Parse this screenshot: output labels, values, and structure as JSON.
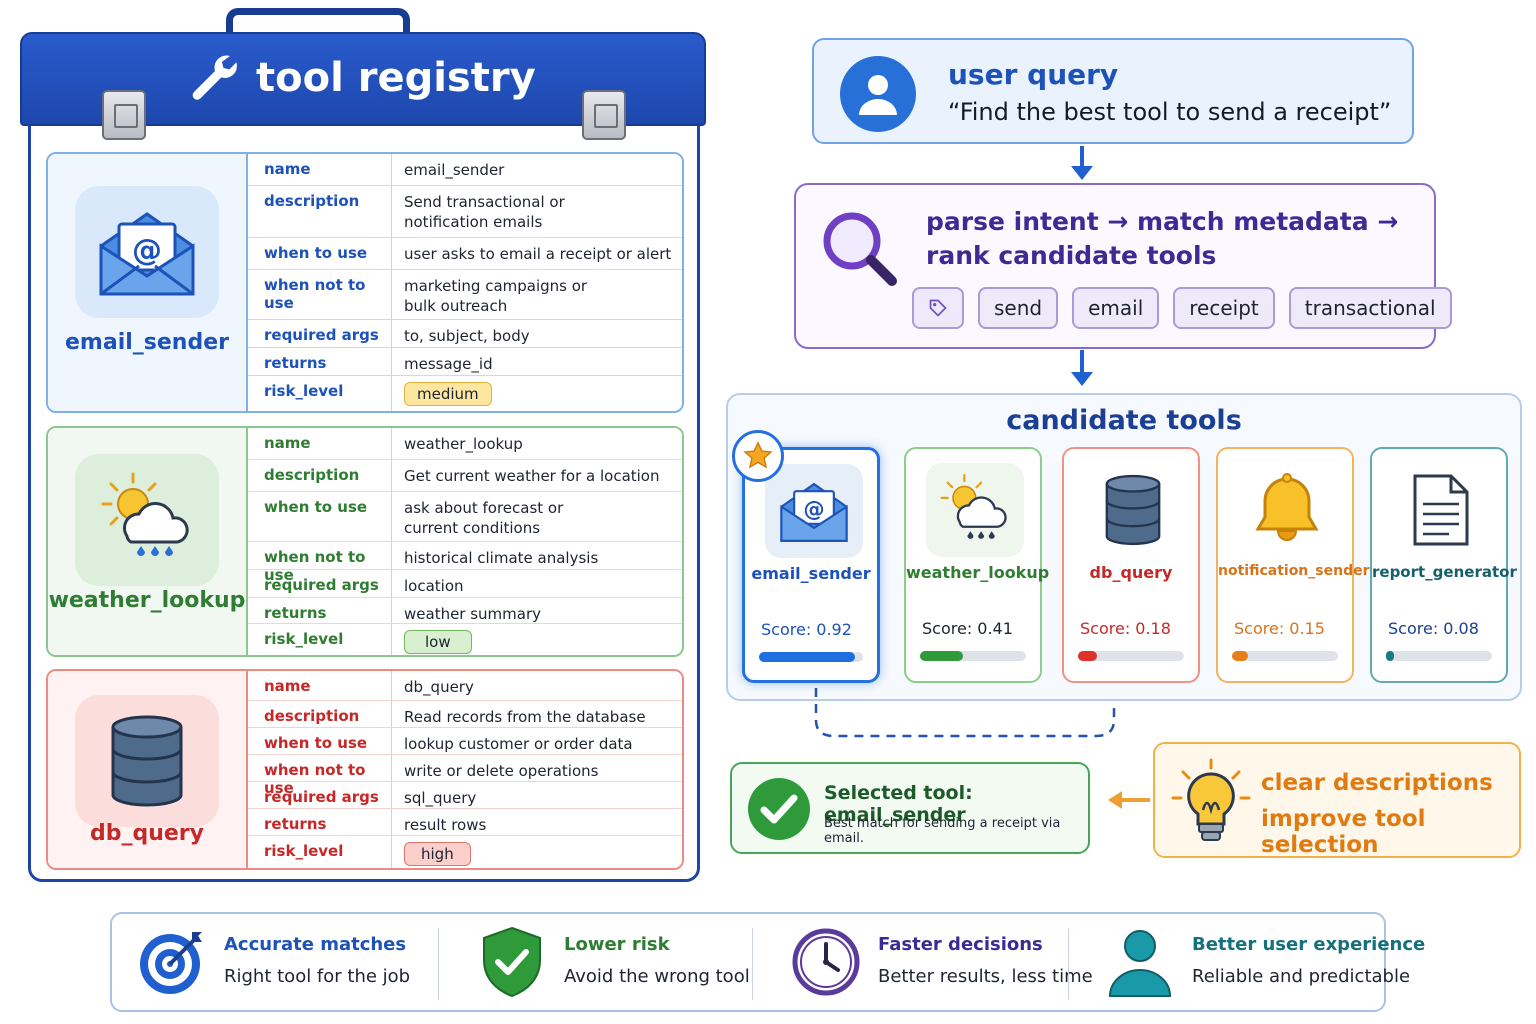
{
  "registry": {
    "title": "tool registry",
    "tools": [
      {
        "name": "email_sender",
        "rows": [
          {
            "key": "name",
            "value": "email_sender"
          },
          {
            "key": "description",
            "value": "Send transactional or\nnotification emails"
          },
          {
            "key": "when to use",
            "value": "user asks to email a receipt or alert"
          },
          {
            "key": "when not to use",
            "value": "marketing campaigns or\nbulk outreach"
          },
          {
            "key": "required args",
            "value": "to, subject, body"
          },
          {
            "key": "returns",
            "value": "message_id"
          },
          {
            "key": "risk_level",
            "value": "medium"
          }
        ]
      },
      {
        "name": "weather_lookup",
        "rows": [
          {
            "key": "name",
            "value": "weather_lookup"
          },
          {
            "key": "description",
            "value": "Get current weather for a location"
          },
          {
            "key": "when to use",
            "value": "ask about forecast or\ncurrent conditions"
          },
          {
            "key": "when not to use",
            "value": "historical climate analysis"
          },
          {
            "key": "required args",
            "value": "location"
          },
          {
            "key": "returns",
            "value": "weather summary"
          },
          {
            "key": "risk_level",
            "value": "low"
          }
        ]
      },
      {
        "name": "db_query",
        "rows": [
          {
            "key": "name",
            "value": "db_query"
          },
          {
            "key": "description",
            "value": "Read records from the database"
          },
          {
            "key": "when to use",
            "value": "lookup customer or order data"
          },
          {
            "key": "when not to use",
            "value": "write or delete operations"
          },
          {
            "key": "required args",
            "value": "sql_query"
          },
          {
            "key": "returns",
            "value": "result rows"
          },
          {
            "key": "risk_level",
            "value": "high"
          }
        ]
      }
    ]
  },
  "query": {
    "title": "user query",
    "text": "“Find the best tool to send a receipt”"
  },
  "intent": {
    "line1": "parse intent → match metadata →",
    "line2": "rank candidate tools",
    "tags": [
      "send",
      "email",
      "receipt",
      "transactional"
    ]
  },
  "candidates": {
    "title": "candidate tools",
    "items": [
      {
        "name": "email_sender",
        "score_label": "Score: 0.92",
        "score": 0.92,
        "color": "#1f6fe0"
      },
      {
        "name": "weather_lookup",
        "score_label": "Score: 0.41",
        "score": 0.41,
        "color": "#2f9a3a"
      },
      {
        "name": "db_query",
        "score_label": "Score: 0.18",
        "score": 0.18,
        "color": "#e0302a"
      },
      {
        "name": "notification_sender",
        "score_label": "Score: 0.15",
        "score": 0.15,
        "color": "#e67e1a"
      },
      {
        "name": "report_generator",
        "score_label": "Score: 0.08",
        "score": 0.08,
        "color": "#177a86"
      }
    ]
  },
  "selected": {
    "title": "Selected tool: email_sender",
    "subtitle": "Best match for sending a receipt via email."
  },
  "tip": {
    "line1": "clear descriptions",
    "line2": "improve tool selection"
  },
  "benefits": [
    {
      "title": "Accurate matches",
      "subtitle": "Right tool for the job",
      "icon": "target-icon"
    },
    {
      "title": "Lower risk",
      "subtitle": "Avoid the wrong tool",
      "icon": "shield-check-icon"
    },
    {
      "title": "Faster decisions",
      "subtitle": "Better results, less time",
      "icon": "clock-icon"
    },
    {
      "title": "Better user experience",
      "subtitle": "Reliable and predictable",
      "icon": "user-icon"
    }
  ],
  "colors": {
    "blue": "#1d52b8",
    "green": "#2f7d32",
    "red": "#d32f2f",
    "purple": "#3e2a94",
    "orange": "#e07b12"
  }
}
